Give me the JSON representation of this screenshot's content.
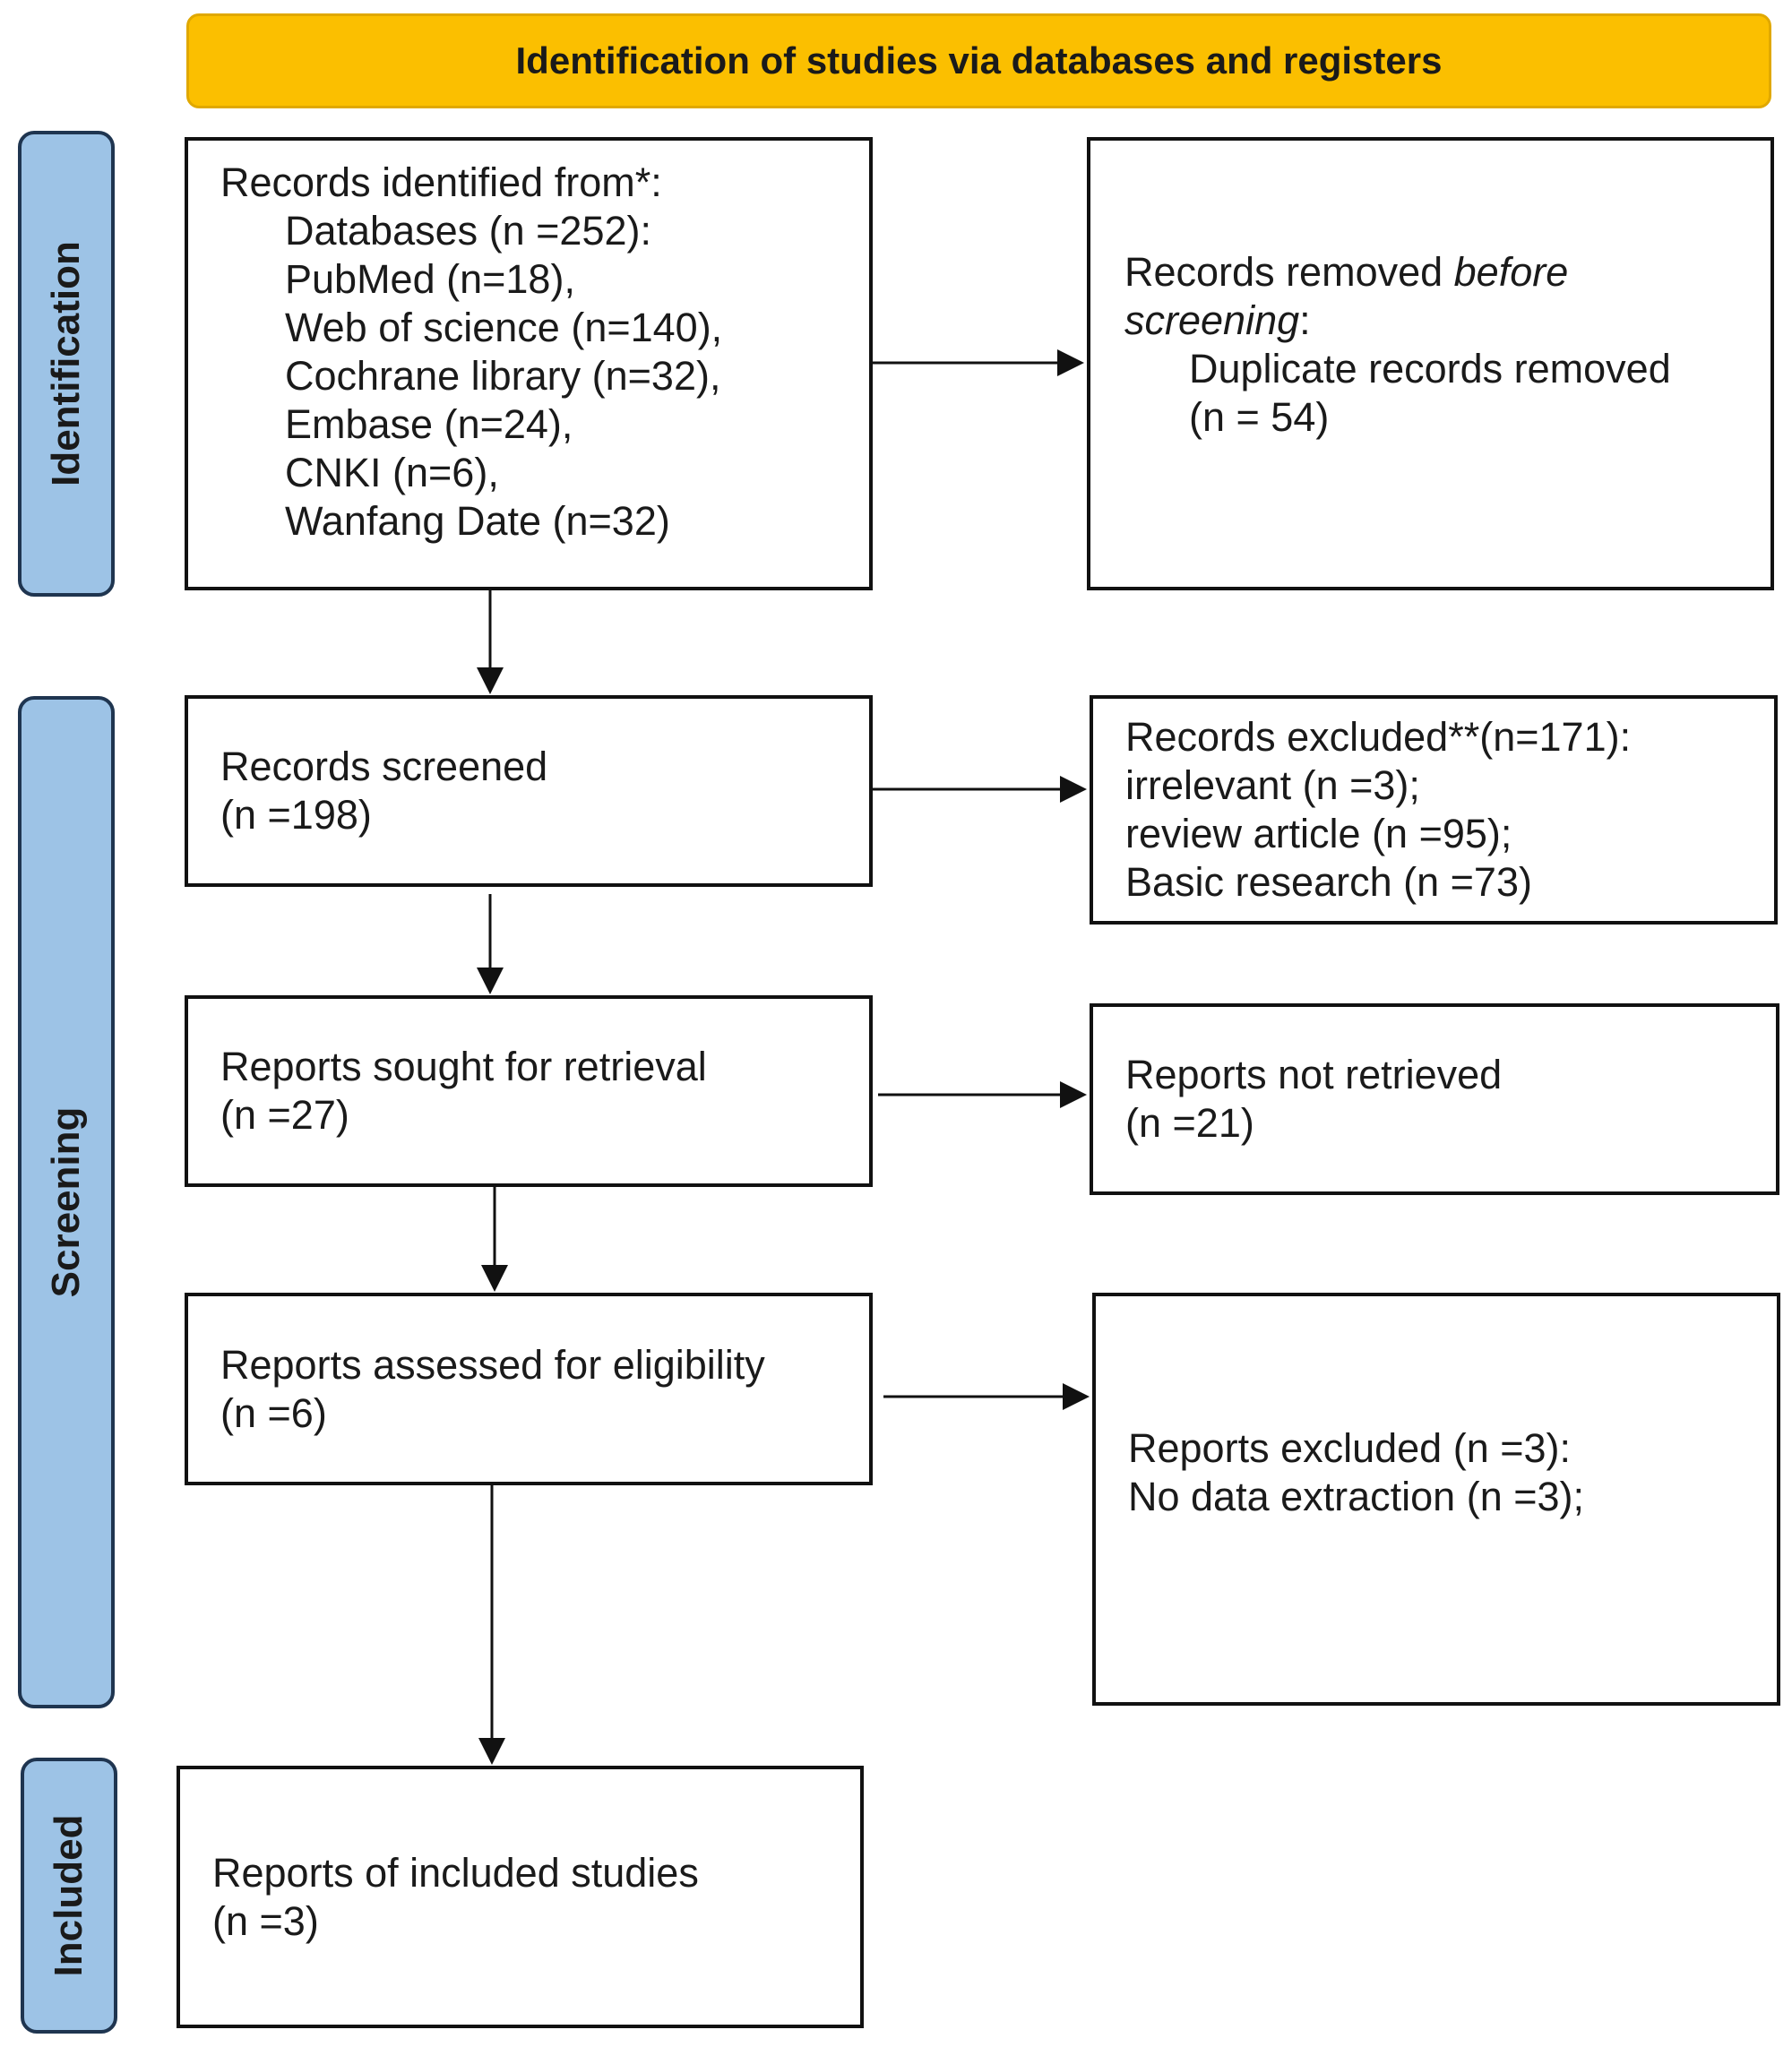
{
  "header": {
    "title": "Identification of studies via databases and registers"
  },
  "phases": {
    "identification": "Identification",
    "screening": "Screening",
    "included": "Included"
  },
  "colors": {
    "header": "#fbbf00",
    "phase": "#9dc3e6",
    "phase_border": "#1f3550"
  },
  "boxes": {
    "records_identified": {
      "title": "Records identified from*:",
      "databases": "Databases (n =252):",
      "sources": [
        "PubMed (n=18),",
        "Web of science (n=140),",
        "Cochrane library (n=32),",
        "Embase (n=24),",
        "CNKI (n=6),",
        "Wanfang Date (n=32)"
      ]
    },
    "records_removed": {
      "line1_prefix": "Records removed ",
      "line1_italic": "before",
      "line2_italic": "screening",
      "line2_suffix": ":",
      "detail": "Duplicate records removed",
      "count": "(n = 54)"
    },
    "records_screened": {
      "label": "Records screened",
      "count": "(n =198)"
    },
    "records_excluded": {
      "lines": [
        "Records excluded**(n=171):",
        "irrelevant (n =3);",
        "review article (n =95);",
        "Basic research (n =73)"
      ]
    },
    "reports_sought": {
      "label": "Reports sought for retrieval",
      "count": "(n =27)"
    },
    "reports_not_retrieved": {
      "label": "Reports not retrieved",
      "count": "(n =21)"
    },
    "reports_assessed": {
      "label": "Reports assessed for eligibility",
      "count": "(n =6)"
    },
    "reports_excluded": {
      "lines": [
        "Reports excluded (n =3):",
        "No data extraction (n =3);"
      ]
    },
    "included_studies": {
      "label": "Reports of included studies",
      "count": "(n =3)"
    }
  }
}
